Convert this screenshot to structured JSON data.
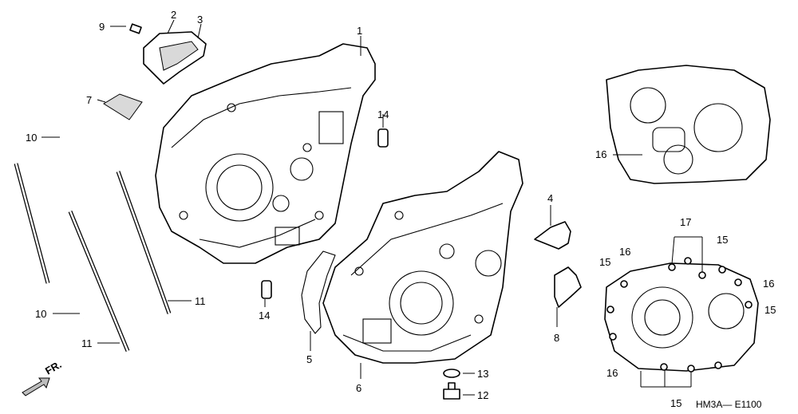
{
  "diagram": {
    "callouts": {
      "p1": "1",
      "p2": "2",
      "p3": "3",
      "p4": "4",
      "p5": "5",
      "p6": "6",
      "p7": "7",
      "p8": "8",
      "p9": "9",
      "p10a": "10",
      "p10b": "10",
      "p11a": "11",
      "p11b": "11",
      "p12": "12",
      "p13": "13",
      "p14a": "14",
      "p14b": "14",
      "p15a": "15",
      "p15b": "15",
      "p15c": "15",
      "p15d": "15",
      "p16a": "16",
      "p16b": "16",
      "p16c": "16",
      "p16d": "16",
      "p17": "17"
    },
    "front_marker": "FR.",
    "figure_code": "HM3A— E1100"
  }
}
